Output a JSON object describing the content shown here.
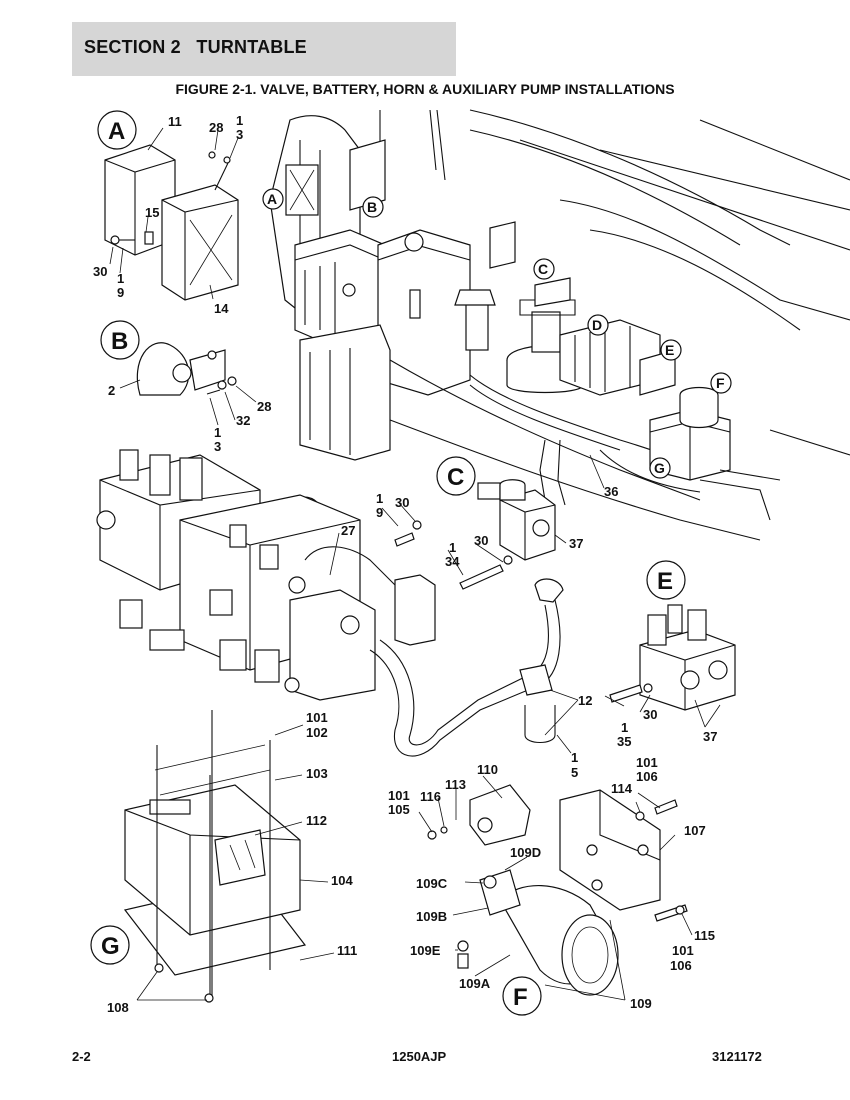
{
  "header": {
    "section_label": "SECTION 2   TURNTABLE",
    "figure_title": "FIGURE 2-1. VALVE, BATTERY, HORN & AUXILIARY PUMP INSTALLATIONS"
  },
  "detail_labels": {
    "A": "A",
    "B": "B",
    "C": "C",
    "D": "D",
    "E": "E",
    "F": "F",
    "G": "G"
  },
  "callouts": {
    "c11": "11",
    "c28a": "28",
    "c1a": "1",
    "c3a": "3",
    "c15": "15",
    "c30a": "30",
    "c1b": "1",
    "c9a": "9",
    "c14": "14",
    "c2": "2",
    "c28b": "28",
    "c32": "32",
    "c1c": "1",
    "c3b": "3",
    "c36": "36",
    "c1d": "1",
    "c9b": "9",
    "c30b": "30",
    "c27": "27",
    "c37a": "37",
    "c1e": "1",
    "c34": "34",
    "c30c": "30",
    "c12": "12",
    "c1f": "1",
    "c35": "35",
    "c30d": "30",
    "c37b": "37",
    "c1g": "1",
    "c5": "5",
    "c101a": "101",
    "c102": "102",
    "c103": "103",
    "c112": "112",
    "c104": "104",
    "c111": "111",
    "c108": "108",
    "c110": "110",
    "c101b": "101",
    "c105": "105",
    "c116": "116",
    "c113": "113",
    "c101c": "101",
    "c106a": "106",
    "c114": "114",
    "c107": "107",
    "c109D": "109D",
    "c109C": "109C",
    "c109B": "109B",
    "c109E": "109E",
    "c109A": "109A",
    "c101d": "101",
    "c106b": "106",
    "c115": "115",
    "c109": "109"
  },
  "footer": {
    "page": "2-2",
    "model": "1250AJP",
    "doc_number": "3121172"
  }
}
